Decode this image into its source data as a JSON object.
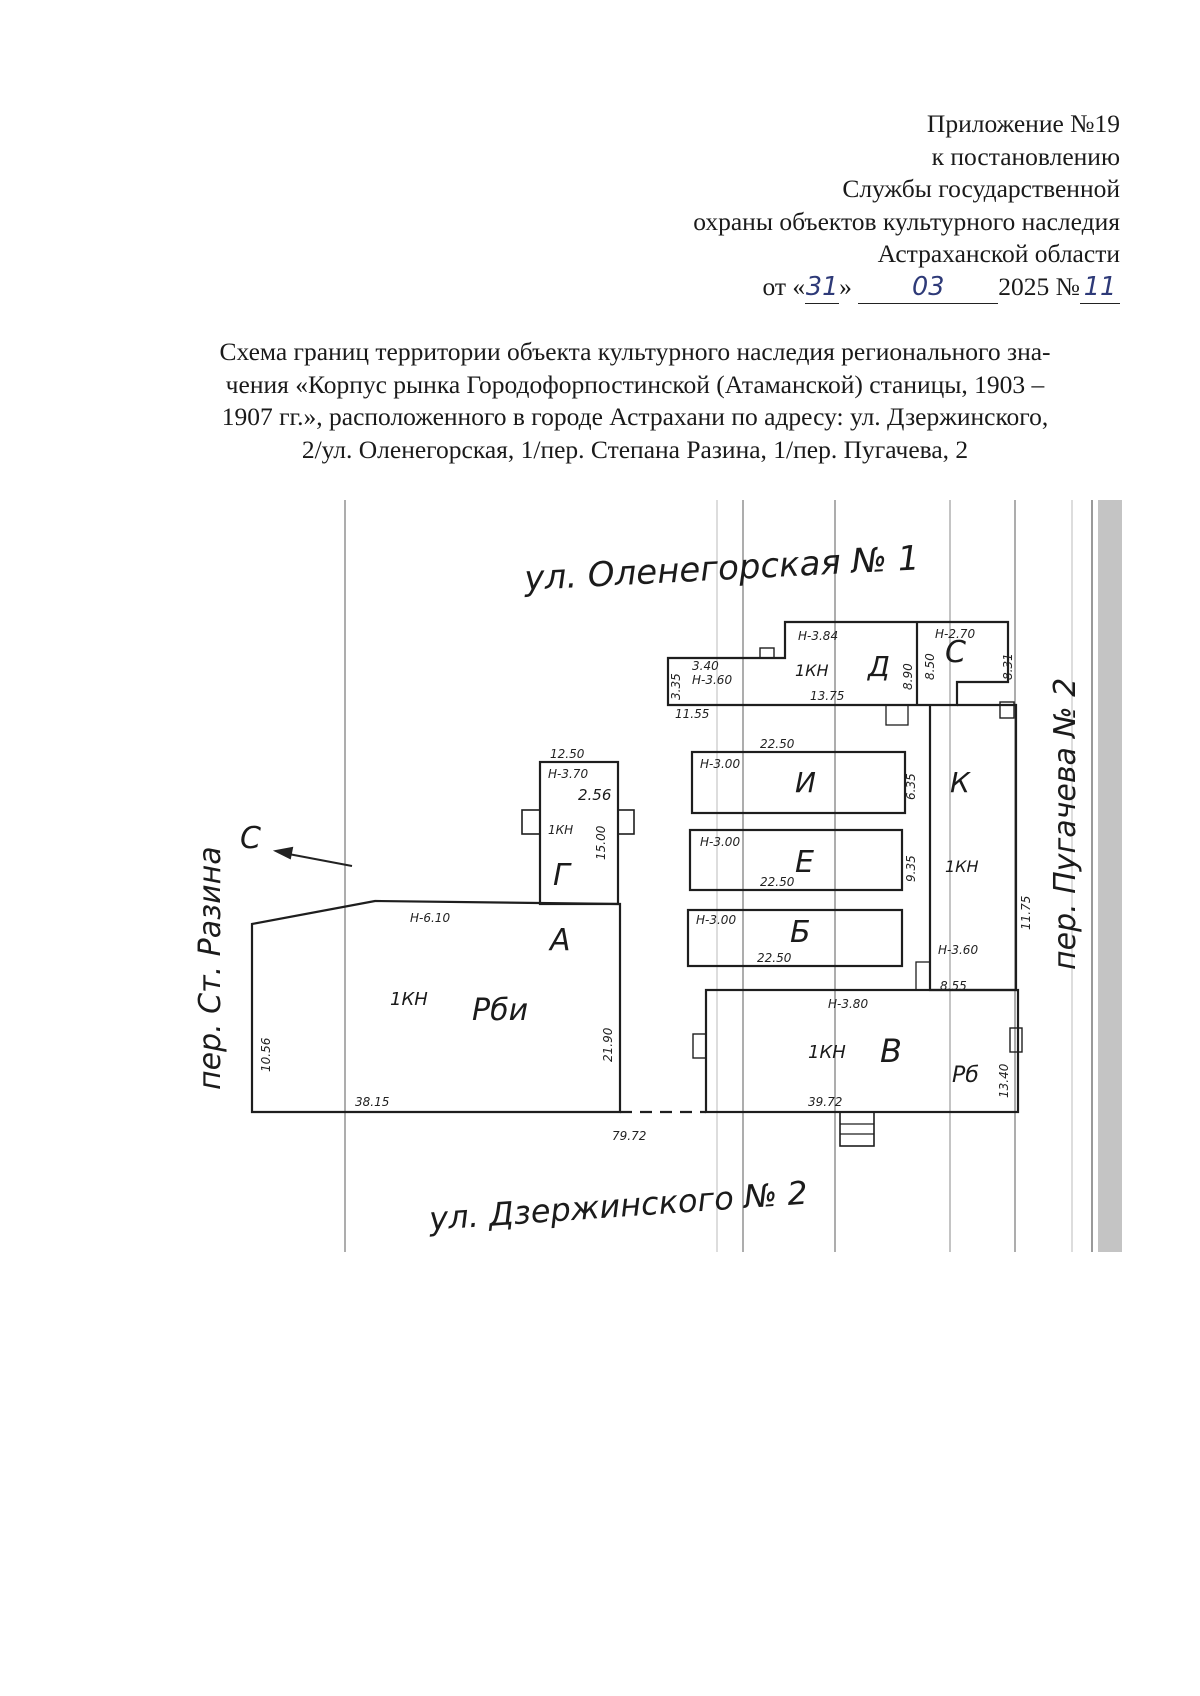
{
  "attachment": {
    "line1": "Приложение №19",
    "line2": "к постановлению",
    "line3": "Службы государственной",
    "line4": "охраны объектов культурного наследия",
    "line5": "Астраханской области",
    "date_prefix": "от «",
    "day": "31",
    "day_close": "»",
    "month": "03",
    "year_text": "2025 №",
    "number": "11"
  },
  "title": {
    "line1": "Схема границ территории объекта культурного наследия регионального зна-",
    "line2": "чения «Корпус рынка Городофорпостинской (Атаманской) станицы, 1903 –",
    "line3": "1907 гг.», расположенного в городе Астрахани по адресу: ул. Дзержинского,",
    "line4": "2/ул. Оленегорская, 1/пер. Степана Разина, 1/пер. Пугачева, 2"
  },
  "plan": {
    "streets": {
      "top": "ул. Оленегорская № 1",
      "bottom": "ул. Дзержинского № 2",
      "left": "пер. Ст. Разина",
      "right": "пер. Пугачева № 2"
    },
    "buildings": {
      "A": "А",
      "A_kn": "1КН",
      "A_mat": "Рби",
      "A_h": "Н-6.10",
      "G": "Г",
      "G_kn": "1КН",
      "G_h": "Н-3.70",
      "G_code": "2.56",
      "D": "Д",
      "D_kn": "1КН",
      "D_h": "Н-3.84",
      "S": "С",
      "S_h": "Н-2.70",
      "I": "И",
      "I_h": "Н-3.00",
      "E": "Е",
      "E_h": "Н-3.00",
      "B": "Б",
      "B_h": "Н-3.00",
      "K": "К",
      "K_kn": "1КН",
      "K_h": "Н-3.60",
      "V": "В",
      "V_kn": "1КН",
      "V_h": "Н-3.80",
      "V_mat": "Рб",
      "small_h": "Н-3.60",
      "small_d": "3.40"
    },
    "dimensions": {
      "d1250": "12.50",
      "d1500": "15.00",
      "d2190": "21.90",
      "d1056": "10.56",
      "d3815": "38.15",
      "d7972": "79.72",
      "d3972": "39.72",
      "d2250a": "22.50",
      "d2250b": "22.50",
      "d2250c": "22.50",
      "d1375": "13.75",
      "d1155": "11.55",
      "d890": "8.90",
      "d850": "8.50",
      "d831": "8.31",
      "d855": "8.55",
      "d635": "6.35",
      "d1175": "11.75",
      "d1340": "13.40",
      "d935": "9.35",
      "d335": "3.35"
    },
    "north": "С"
  }
}
